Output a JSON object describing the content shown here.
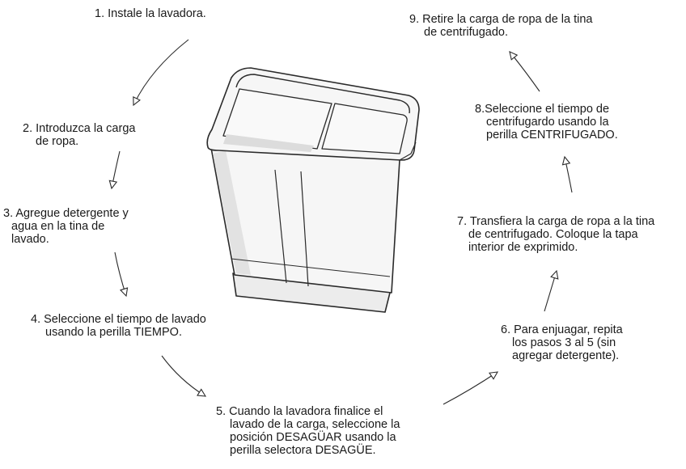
{
  "steps": [
    {
      "lines": [
        "1. Instale la lavadora."
      ]
    },
    {
      "lines": [
        "2. Introduzca la carga",
        "de ropa."
      ]
    },
    {
      "lines": [
        "3. Agregue detergente y",
        "agua en la tina de",
        "lavado."
      ]
    },
    {
      "lines": [
        "4. Seleccione el tiempo de lavado",
        "usando la perilla TIEMPO."
      ]
    },
    {
      "lines": [
        "5. Cuando la lavadora finalice el",
        "lavado de la carga, seleccione la",
        "posición DESAGÜAR usando la",
        "perilla selectora DESAGÜE."
      ]
    },
    {
      "lines": [
        "6. Para enjuagar, repita",
        "los  pasos 3 al 5 (sin",
        "agregar detergente)."
      ]
    },
    {
      "lines": [
        "7. Transfiera la carga de ropa a la tina",
        "de centrifugado. Coloque la tapa",
        "interior de exprimido."
      ]
    },
    {
      "lines": [
        "8.Seleccione el tiempo de",
        "centrifugardo usando la",
        "perilla CENTRIFUGADO."
      ]
    },
    {
      "lines": [
        "9. Retire la carga de ropa de la tina",
        "de centrifugado."
      ]
    }
  ],
  "illustration": {
    "icon": "twin-tub-washing-machine-icon"
  },
  "colors": {
    "line": "#2a2a2a",
    "machine_fill": "#f6f6f6",
    "machine_shade": "#e2e2e2",
    "text": "#1a1a1a"
  }
}
